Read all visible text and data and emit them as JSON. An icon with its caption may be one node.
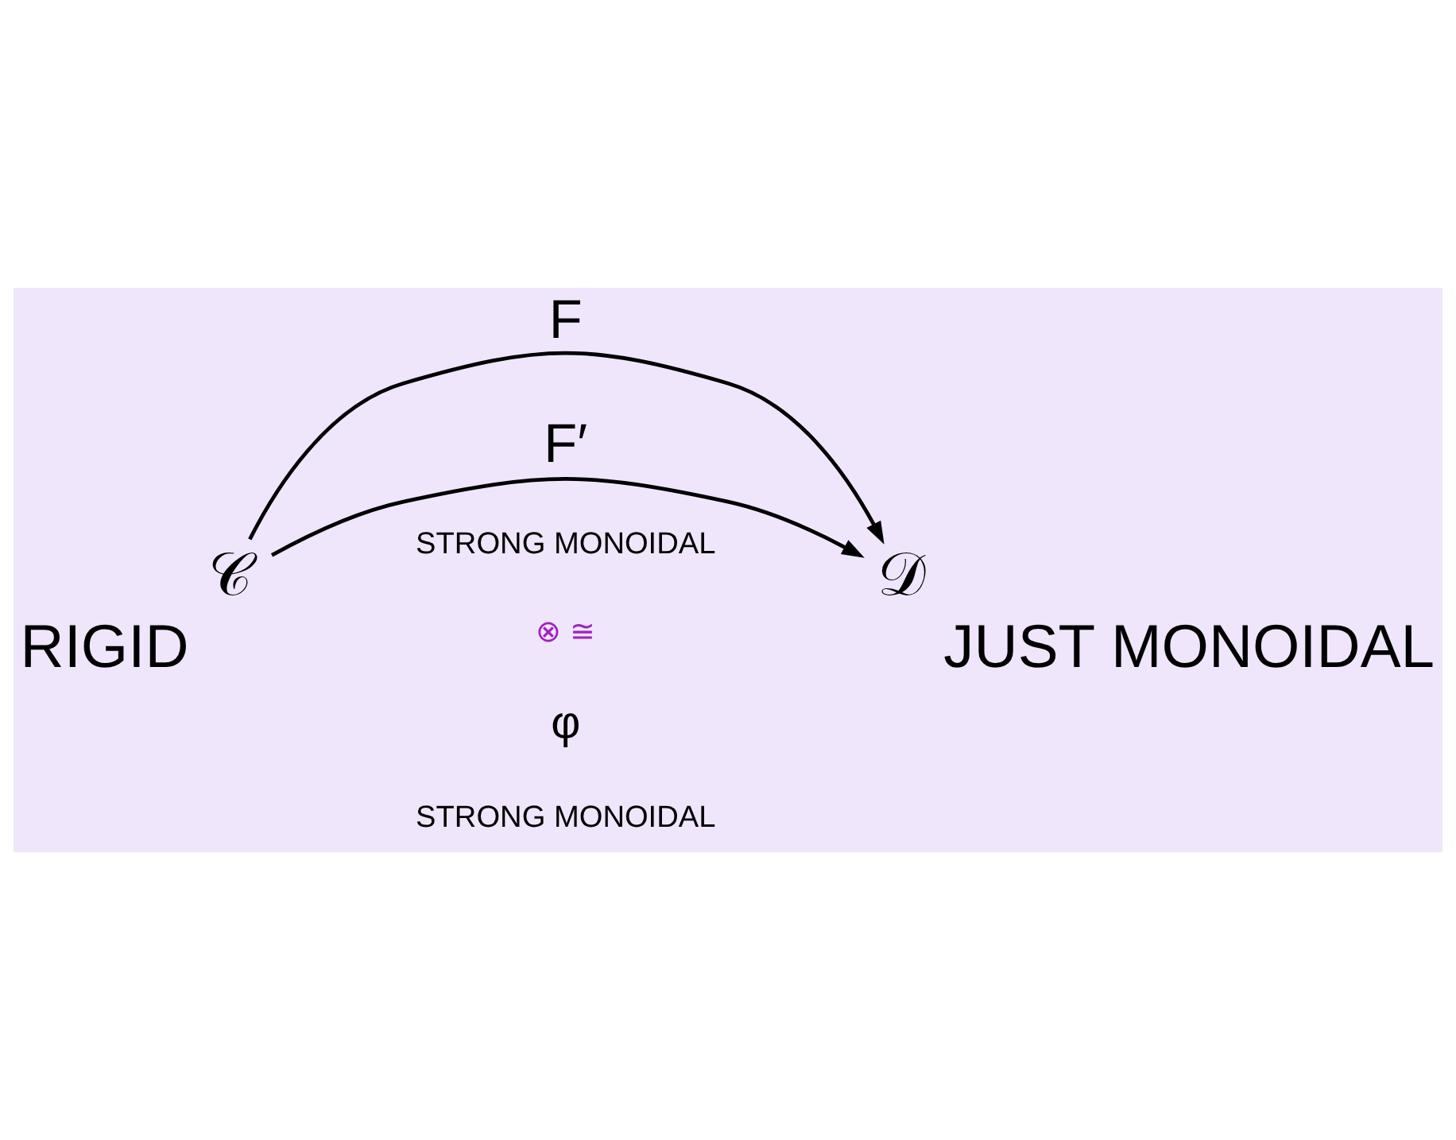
{
  "diagram": {
    "nodes": [
      {
        "text": [
          "𝒞"
        ],
        "beside": [
          "RIGID"
        ]
      },
      {
        "text": [
          "𝒟"
        ],
        "beside": [
          "JUST MONOIDAL"
        ]
      }
    ],
    "edges": [
      {
        "from": 0,
        "to": 1,
        "arrow": "to",
        "label": "F"
      },
      {
        "from": 0,
        "to": 1,
        "arrow": "to",
        "label": "F′"
      }
    ],
    "labels": [
      "STRONG MONOIDAL",
      "⊗ ≅",
      "φ",
      "STRONG MONOIDAL"
    ]
  }
}
